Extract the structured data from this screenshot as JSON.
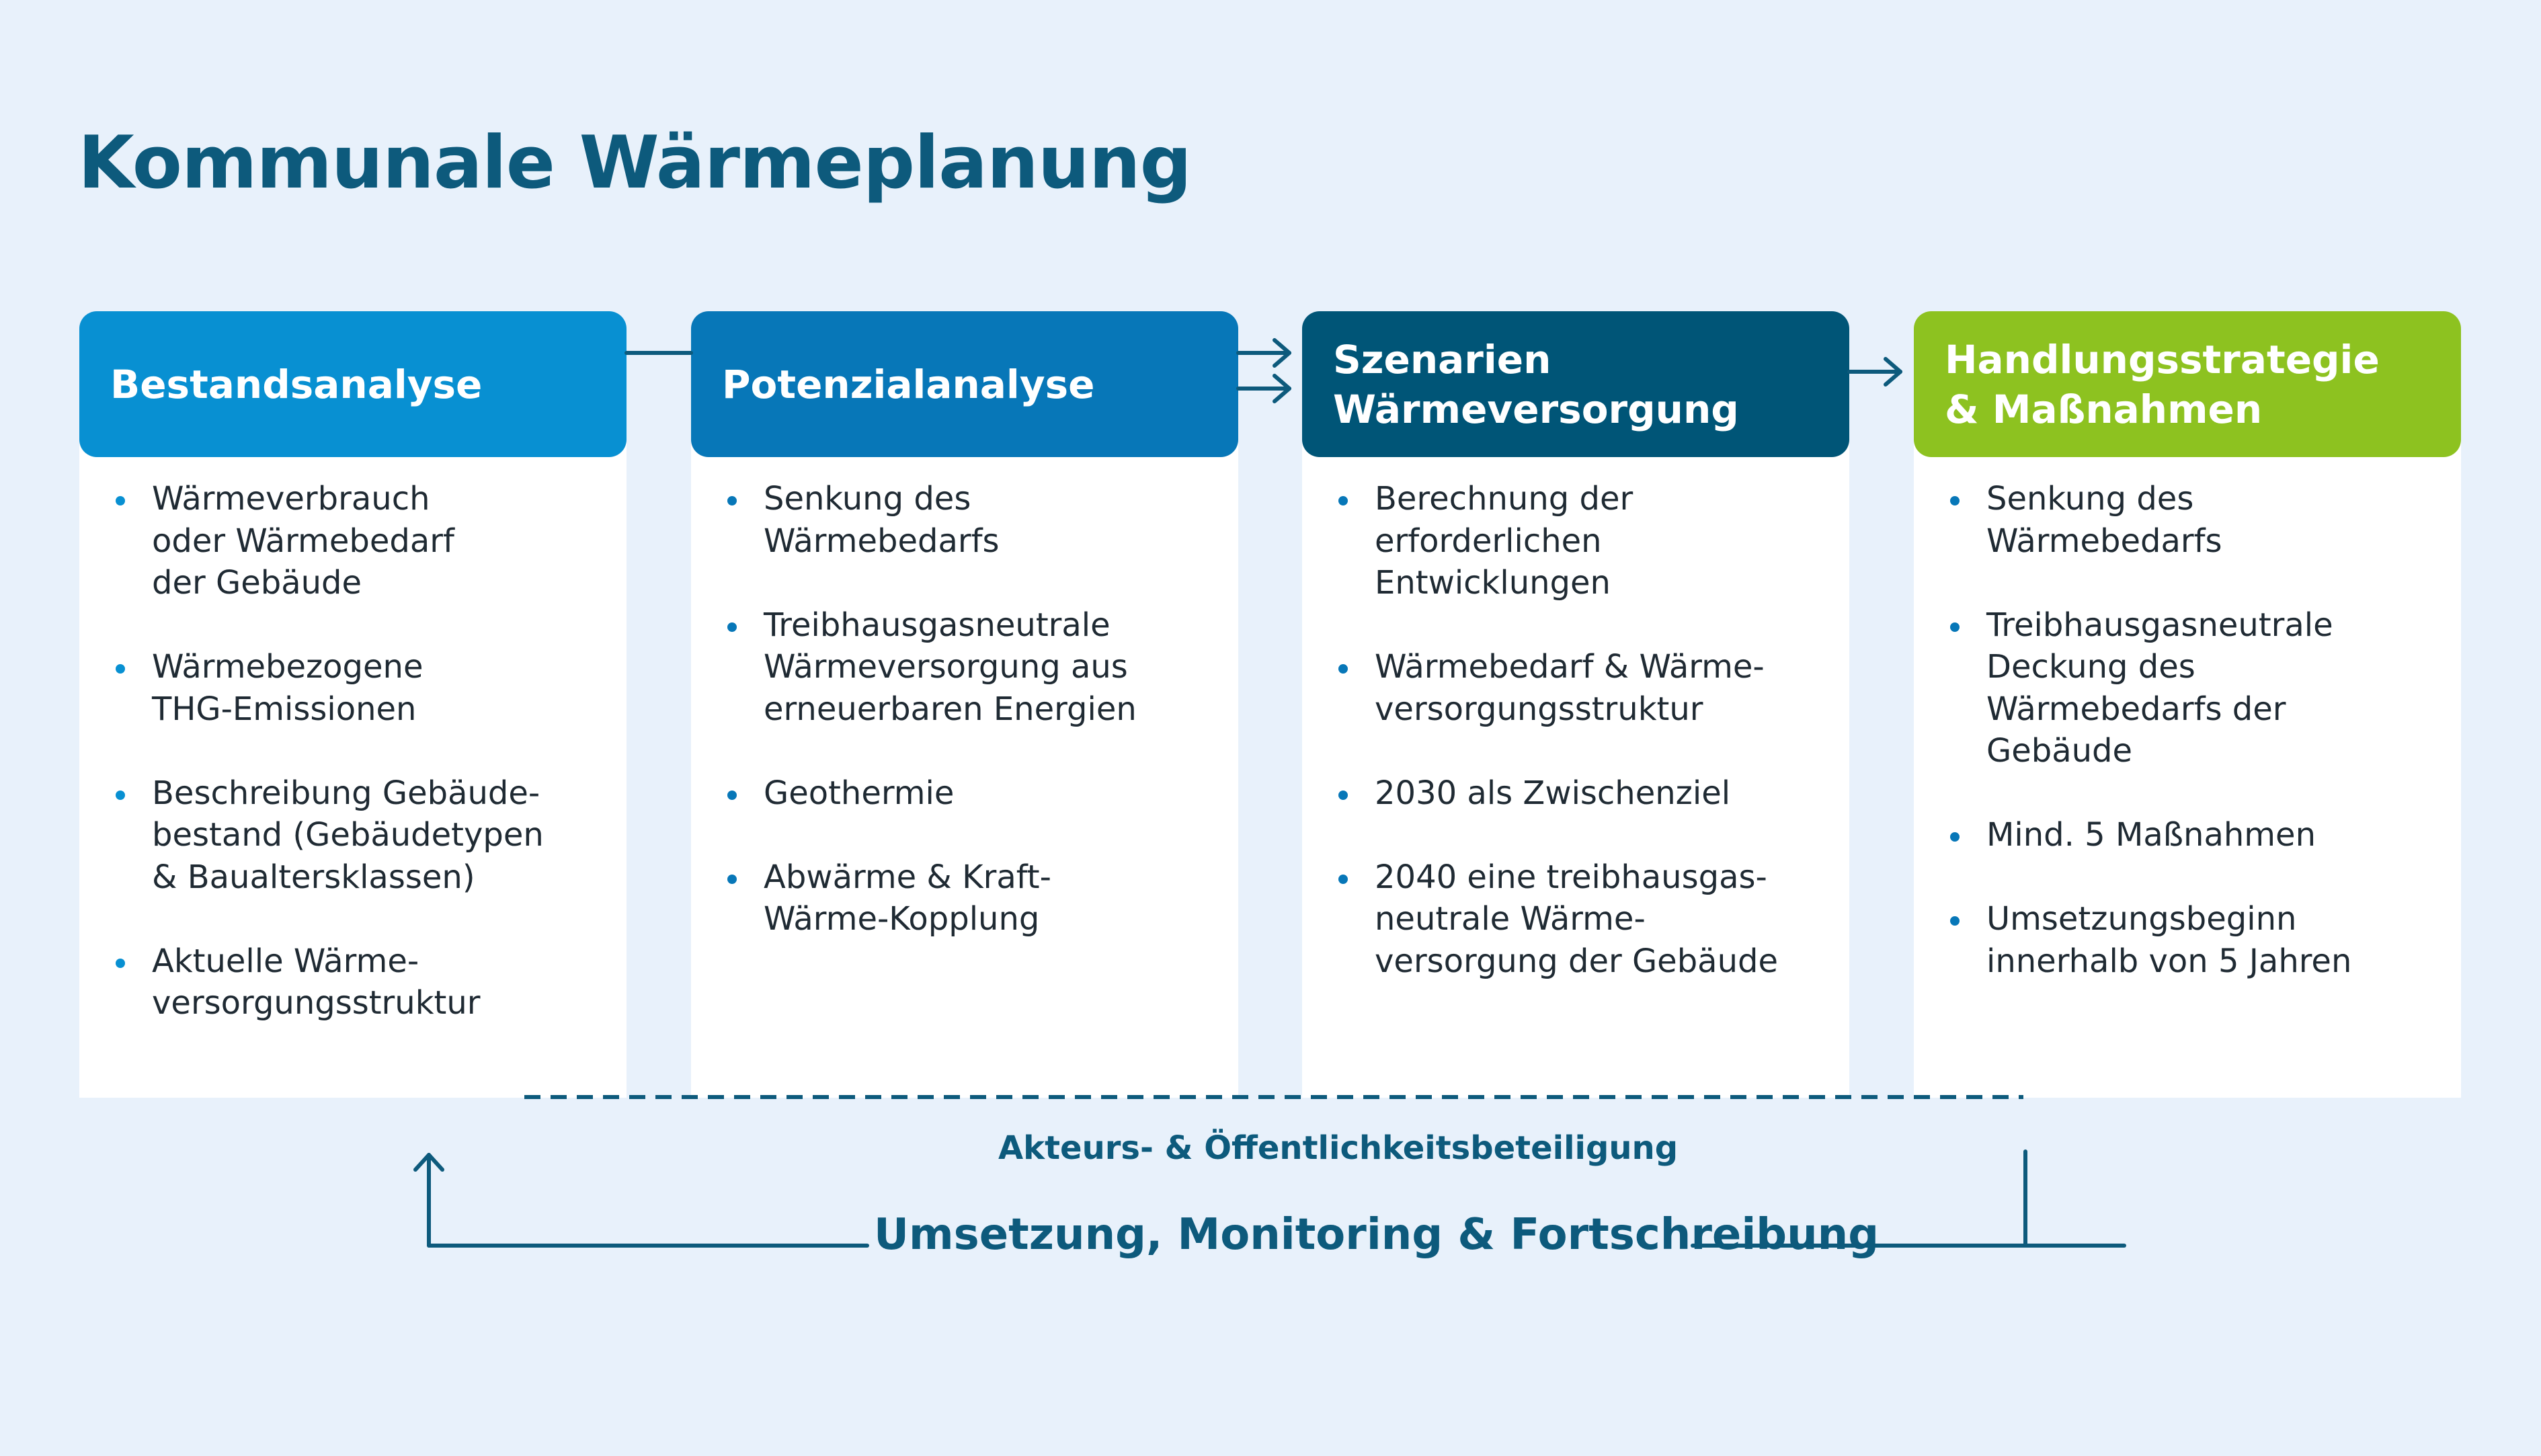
{
  "title": "Kommunale Wärmeplanung",
  "colors": {
    "background": "#e8f1fb",
    "title": "#0d5a7c",
    "step1": "#0890d2",
    "step2": "#0777b8",
    "step3": "#005577",
    "step4": "#8dc220",
    "connector": "#0d5a7c"
  },
  "steps": [
    {
      "heading": [
        "Bestandsanalyse"
      ],
      "items": [
        [
          "Wärmeverbrauch",
          "oder Wärmebedarf",
          "der Gebäude"
        ],
        [
          "Wärmebezogene",
          "THG-Emissionen"
        ],
        [
          "Beschreibung Gebäude-",
          "bestand (Gebäudetypen",
          "& Baualtersklassen)"
        ],
        [
          "Aktuelle Wärme-",
          "versorgungsstruktur"
        ]
      ]
    },
    {
      "heading": [
        "Potenzialanalyse"
      ],
      "items": [
        [
          "Senkung des",
          "Wärmebedarfs"
        ],
        [
          "Treibhausgasneutrale",
          "Wärmeversorgung aus",
          "erneuerbaren Energien"
        ],
        [
          "Geothermie"
        ],
        [
          "Abwärme & Kraft-",
          "Wärme-Kopplung"
        ]
      ]
    },
    {
      "heading": [
        "Szenarien",
        "Wärmeversorgung"
      ],
      "items": [
        [
          "Berechnung der",
          "erforderlichen",
          "Entwicklungen"
        ],
        [
          "Wärmebedarf & Wärme-",
          "versorgungsstruktur"
        ],
        [
          "2030 als Zwischenziel"
        ],
        [
          "2040 eine treibhausgas-",
          "neutrale Wärme-",
          "versorgung der Gebäude"
        ]
      ]
    },
    {
      "heading": [
        "Handlungsstrategie",
        "& Maßnahmen"
      ],
      "items": [
        [
          "Senkung des",
          "Wärmebedarfs"
        ],
        [
          "Treibhausgasneutrale",
          "Deckung des",
          "Wärmebedarfs der",
          "Gebäude"
        ],
        [
          "Mind. 5 Maßnahmen"
        ],
        [
          "Umsetzungsbeginn",
          "innerhalb von 5 Jahren"
        ]
      ]
    }
  ],
  "participation_label": "Akteurs- & Öffentlichkeitsbeteiligung",
  "cycle_label": "Umsetzung, Monitoring & Fortschreibung"
}
